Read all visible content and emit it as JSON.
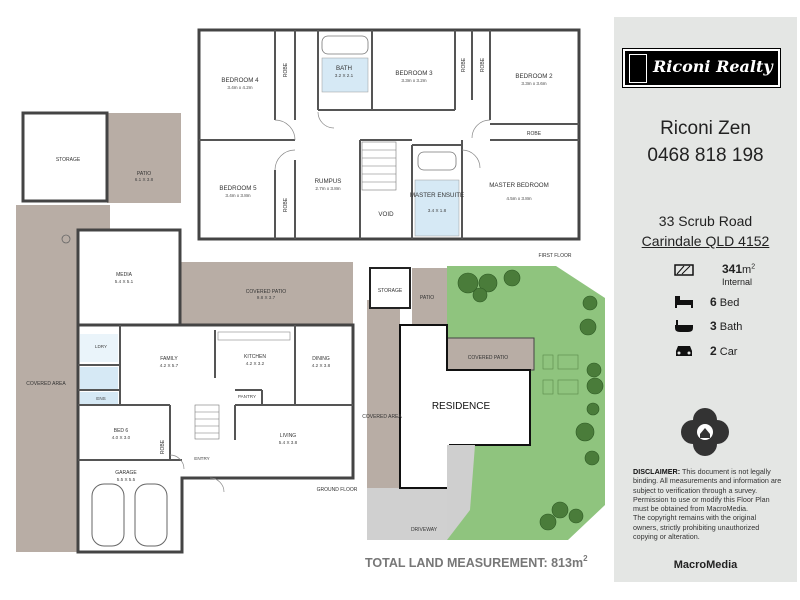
{
  "floorplan": {
    "first_floor_label": "FIRST FLOOR",
    "ground_floor_label": "GROUND FLOOR",
    "first_floor_rooms": [
      {
        "name": "BEDROOM 4",
        "dims": "3.4m x 4.2m"
      },
      {
        "name": "BATH",
        "dims": "3.2 X 2.1"
      },
      {
        "name": "BEDROOM 3",
        "dims": "3.3m x 3.2m"
      },
      {
        "name": "BEDROOM 2",
        "dims": "3.3m x 3.6m"
      },
      {
        "name": "BEDROOM 5",
        "dims": "3.4m x 3.8m"
      },
      {
        "name": "RUMPUS",
        "dims": "2.7m x 3.8m"
      },
      {
        "name": "VOID",
        "dims": ""
      },
      {
        "name": "MASTER ENSUITE",
        "dims": "3.4 X 1.8"
      },
      {
        "name": "MASTER BEDROOM",
        "dims": "4.5m x 3.8m"
      }
    ],
    "robe_label": "ROBE",
    "ground_floor_rooms": [
      {
        "name": "STORAGE",
        "dims": ""
      },
      {
        "name": "PATIO",
        "dims": "6.1 X 3.8"
      },
      {
        "name": "MEDIA",
        "dims": "5.4 X 5.1"
      },
      {
        "name": "COVERED PATIO",
        "dims": "9.8 X 3.7"
      },
      {
        "name": "LDRY",
        "dims": ""
      },
      {
        "name": "ENS",
        "dims": ""
      },
      {
        "name": "FAMILY",
        "dims": "4.2 X 5.7"
      },
      {
        "name": "KITCHEN",
        "dims": "4.2 X 3.2"
      },
      {
        "name": "DINING",
        "dims": "4.2 X 3.8"
      },
      {
        "name": "PANTRY",
        "dims": ""
      },
      {
        "name": "BED 6",
        "dims": "4.0 X 3.0"
      },
      {
        "name": "LIVING",
        "dims": "5.4 X 3.8"
      },
      {
        "name": "ENTRY",
        "dims": ""
      },
      {
        "name": "GARAGE",
        "dims": "5.5 X 5.5"
      },
      {
        "name": "COVERED AREA",
        "dims": ""
      }
    ],
    "site": {
      "storage": "STORAGE",
      "patio": "PATIO",
      "covered_patio": "COVERED PATIO",
      "covered_area": "COVERED AREA",
      "residence": "RESIDENCE",
      "driveway": "DRIVEWAY"
    },
    "land": {
      "label": "TOTAL LAND MEASUREMENT: 813m",
      "superscript": "2"
    }
  },
  "sidebar": {
    "logo_text": "Riconi Realty",
    "agent_name": "Riconi Zen",
    "agent_phone": "0468 818 198",
    "address_line1": "33 Scrub Road",
    "address_line2": "Carindale QLD 4152",
    "specs": {
      "area_value": "341",
      "area_unit": "m",
      "area_sup": "2",
      "area_note": "Internal",
      "bed_count": "6",
      "bed_label": "Bed",
      "bath_count": "3",
      "bath_label": "Bath",
      "car_count": "2",
      "car_label": "Car"
    },
    "disclaimer_title": "DISCLAIMER:",
    "disclaimer_text": "This document is not legally binding. All measurements and information are subject to verification through a survey. Permission to use or modify this Floor Plan must be obtained from MacroMedia.",
    "copyright_text": "The copyright remains with the original owners, strictly prohibiting unauthorized copying or alteration.",
    "brand": "MacroMedia"
  }
}
